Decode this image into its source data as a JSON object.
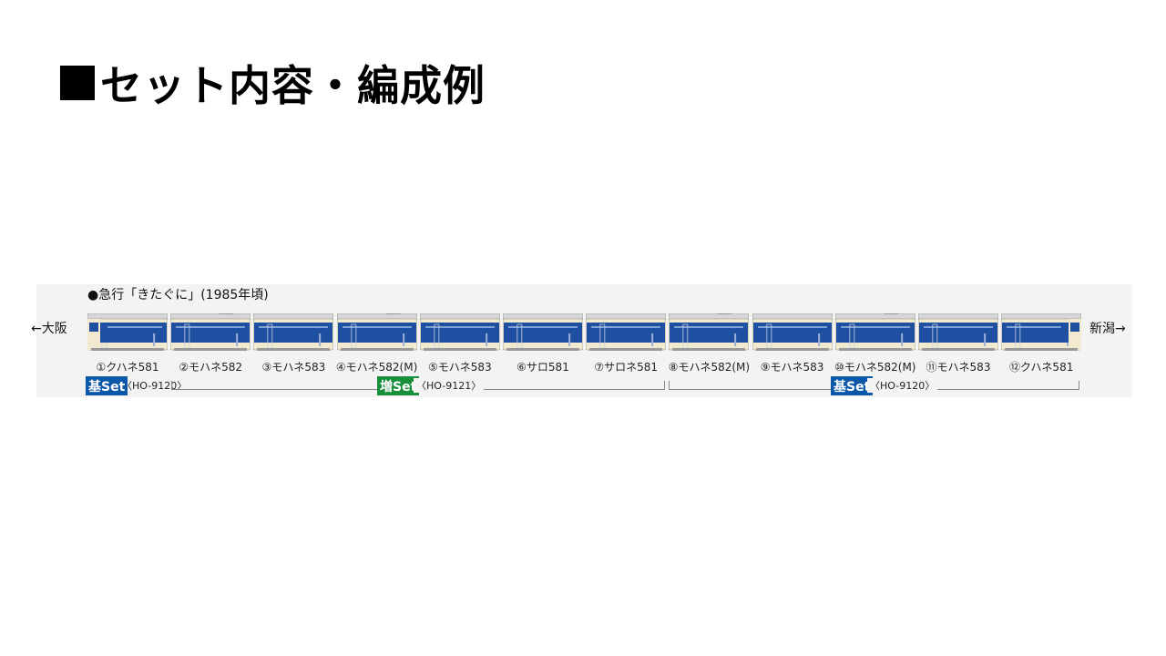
{
  "title": "セット内容・編成例",
  "formation": {
    "label": "●急行「きたぐに」(1985年頃)",
    "left_destination": "←大阪",
    "right_destination": "新潟→"
  },
  "colors": {
    "car_blue": "#1f4fa0",
    "car_cream": "#f1ead1",
    "kihon_badge": "#0b57a8",
    "zou_badge": "#1a8f3b"
  },
  "cars": [
    {
      "label": "①クハネ581",
      "type": "cab-left"
    },
    {
      "label": "②モハネ582",
      "type": "pantograph"
    },
    {
      "label": "③モハネ583",
      "type": "plain"
    },
    {
      "label": "④モハネ582(M)",
      "type": "pantograph"
    },
    {
      "label": "⑤モハネ583",
      "type": "plain"
    },
    {
      "label": "⑥サロ581",
      "type": "plain"
    },
    {
      "label": "⑦サロネ581",
      "type": "plain"
    },
    {
      "label": "⑧モハネ582(M)",
      "type": "pantograph"
    },
    {
      "label": "⑨モハネ583",
      "type": "plain"
    },
    {
      "label": "⑩モハネ582(M)",
      "type": "pantograph"
    },
    {
      "label": "⑪モハネ583",
      "type": "plain"
    },
    {
      "label": "⑫クハネ581",
      "type": "cab-right"
    }
  ],
  "sets": [
    {
      "badge": "基Set",
      "code": "〈HO-9120〉",
      "kind": "kihon"
    },
    {
      "badge": "増Set",
      "code": "〈HO-9121〉",
      "kind": "zou"
    },
    {
      "badge": "基Set",
      "code": "〈HO-9120〉",
      "kind": "kihon"
    }
  ]
}
